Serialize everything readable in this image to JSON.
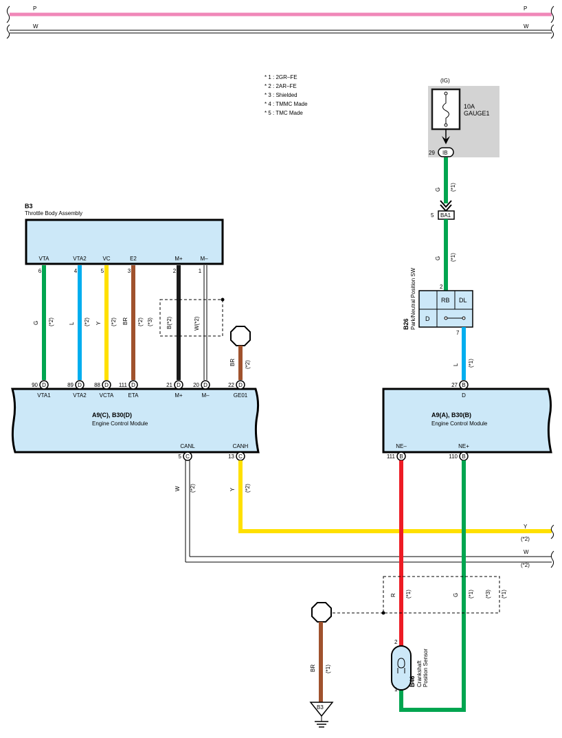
{
  "top_wires": {
    "p_left": "P",
    "p_right": "P",
    "w_left": "W",
    "w_right": "W",
    "color_pink": "#f087b8"
  },
  "notes": [
    "* 1 : 2GR–FE",
    "* 2 : 2AR–FE",
    "* 3 : Shielded",
    "* 4 : TMMC Made",
    "* 5 : TMC Made"
  ],
  "fuse": {
    "supply": "(IG)",
    "rating": "10A",
    "name": "GAUGE1",
    "pin": "29",
    "connector": "IB"
  },
  "connector_ba1": {
    "pin": "5",
    "label": "BA1"
  },
  "b3": {
    "code": "B3",
    "name": "Throttle Body Assembly"
  },
  "b3_terminals": [
    {
      "name": "VTA",
      "pin": "6"
    },
    {
      "name": "VTA2",
      "pin": "4"
    },
    {
      "name": "VC",
      "pin": "5"
    },
    {
      "name": "E2",
      "pin": "3"
    },
    {
      "name": "M+",
      "pin": "2"
    },
    {
      "name": "M–",
      "pin": "1"
    }
  ],
  "wire_labels": {
    "vta": {
      "color": "G",
      "note": "(*2)"
    },
    "vta2": {
      "color": "L",
      "note": "(*2)"
    },
    "vc": {
      "color": "Y",
      "note": "(*2)"
    },
    "e2": {
      "color": "BR",
      "note": "(*2)"
    },
    "shield3": "(*3)",
    "mplus": "B(*2)",
    "mminus": "W(*2)",
    "ge01": {
      "color": "BR",
      "note": "(*2)"
    },
    "g_fuse": {
      "color": "G",
      "note": "(*1)"
    },
    "g_ba1": {
      "color": "G",
      "note": "(*1)"
    },
    "l_pnp": {
      "color": "L",
      "note": "(*1)"
    },
    "canl": {
      "color": "W",
      "note": "(*2)"
    },
    "canh": {
      "color": "Y",
      "note": "(*2)"
    },
    "y_right": {
      "color": "Y",
      "note": "(*2)"
    },
    "w_right": {
      "color": "W",
      "note": "(*2)"
    },
    "ne_minus": {
      "color": "R",
      "note": "(*1)"
    },
    "ne_plus": {
      "color": "G",
      "note": "(*1)"
    },
    "shield_right": "(*3)",
    "shield_right_note": "(*1)",
    "ground": {
      "color": "BR",
      "note": "(*1)"
    }
  },
  "ecm_left": {
    "title": "A9(C), B30(D)",
    "name": "Engine Control Module",
    "terminals": [
      {
        "name": "VTA1",
        "pin": "90",
        "conn": "D"
      },
      {
        "name": "VTA2",
        "pin": "89",
        "conn": "D"
      },
      {
        "name": "VCTA",
        "pin": "88",
        "conn": "D"
      },
      {
        "name": "ETA",
        "pin": "111",
        "conn": "D"
      },
      {
        "name": "M+",
        "pin": "21",
        "conn": "D"
      },
      {
        "name": "M–",
        "pin": "20",
        "conn": "D"
      },
      {
        "name": "GE01",
        "pin": "22",
        "conn": "D"
      }
    ],
    "bottom_terminals": [
      {
        "name": "CANL",
        "pin": "5",
        "conn": "C"
      },
      {
        "name": "CANH",
        "pin": "13",
        "conn": "C"
      }
    ]
  },
  "ecm_right": {
    "title": "A9(A), B30(B)",
    "name": "Engine Control Module",
    "top_terminal": {
      "name": "D",
      "pin": "27",
      "conn": "B"
    },
    "bottom_terminals": [
      {
        "name": "NE–",
        "pin": "111",
        "conn": "B"
      },
      {
        "name": "NE+",
        "pin": "110",
        "conn": "B"
      }
    ]
  },
  "pnp_switch": {
    "code": "B26",
    "name": "Park/Neutral Position SW",
    "pin_top": "2",
    "pin_bottom": "7",
    "cells": [
      "RB",
      "DL",
      "D"
    ]
  },
  "crank_sensor": {
    "code": "B46",
    "name1": "Crankshaft",
    "name2": "Position Sensor",
    "pin_top": "2",
    "pin_bottom": "1"
  },
  "ground": {
    "label": "B3"
  },
  "colors": {
    "green": "#00a550",
    "blue": "#00aeef",
    "yellow": "#ffe000",
    "brown": "#a0522d",
    "black": "#1a1a1a",
    "red": "#ed1c24",
    "panel": "#cce8f8",
    "fuse_bg": "#d3d3d3"
  }
}
